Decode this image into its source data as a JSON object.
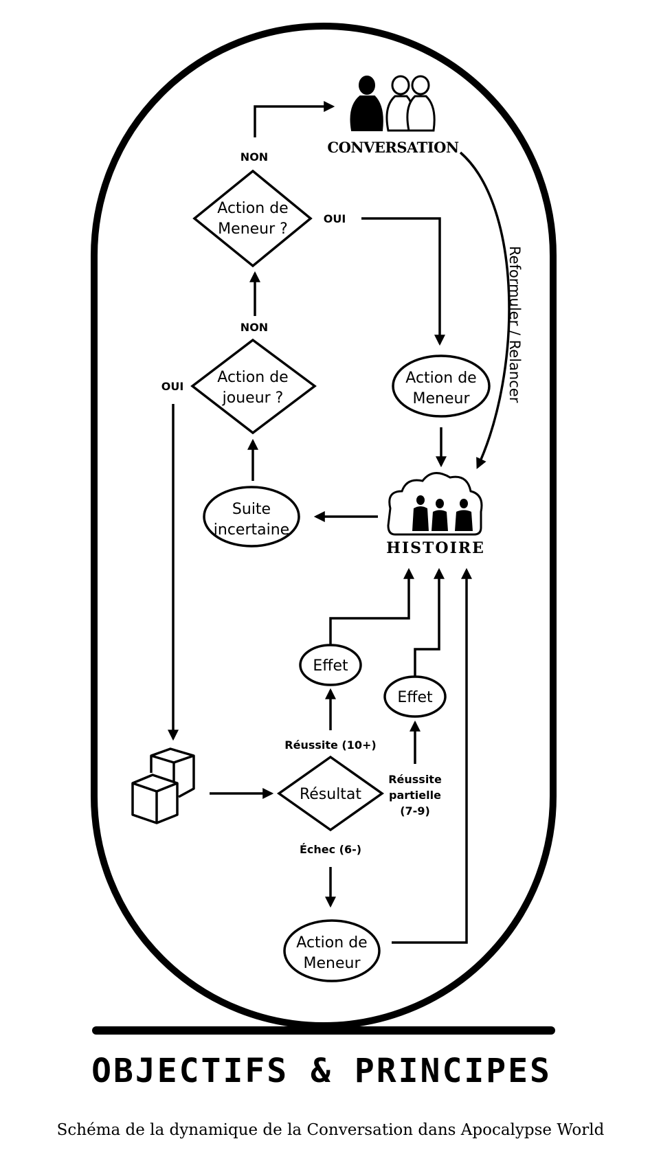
{
  "nodes": {
    "conversation": "CONVERSATION",
    "decision_mc_action": [
      "Action de",
      "Meneur ?"
    ],
    "decision_player_action": [
      "Action de",
      "joueur ?"
    ],
    "mc_action_top": [
      "Action de",
      "Meneur"
    ],
    "histoire": "HISTOIRE",
    "suite_incertaine": [
      "Suite",
      "incertaine"
    ],
    "effet_success": "Effet",
    "effet_partial": "Effet",
    "resultat": "Résultat",
    "mc_action_bottom": [
      "Action de",
      "Meneur"
    ]
  },
  "labels": {
    "non_top": "NON",
    "oui_right": "OUI",
    "non_middle": "NON",
    "oui_left": "OUI",
    "reformuler": "Reformuler / Relancer",
    "reussite": "Réussite (10+)",
    "partial": [
      "Réussite",
      "partielle",
      "(7-9)"
    ],
    "echec": "Échec (6-)"
  },
  "footer": {
    "title": "OBJECTIFS & PRINCIPES",
    "caption": "Schéma de la dynamique de la Conversation dans Apocalypse World"
  }
}
